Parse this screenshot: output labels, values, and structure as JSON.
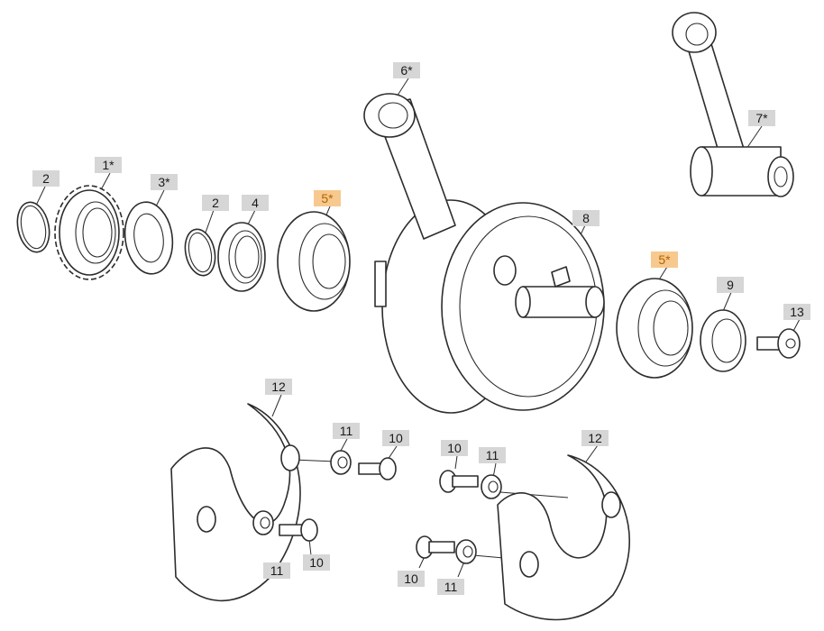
{
  "callouts": {
    "c1": "1*",
    "c2a": "2",
    "c2b": "2",
    "c3": "3*",
    "c4": "4",
    "c5a": "5*",
    "c5b": "5*",
    "c6": "6*",
    "c7": "7*",
    "c8": "8",
    "c9": "9",
    "c13": "13",
    "c12a": "12",
    "c12b": "12",
    "c11a": "11",
    "c11b": "11",
    "c11c": "11",
    "c11d": "11",
    "c10a": "10",
    "c10b": "10",
    "c10c": "10",
    "c10d": "10"
  },
  "colors": {
    "callout_bg": "#d6d6d6",
    "callout_highlight_bg": "#f7c98e",
    "callout_highlight_text": "#b36200",
    "line": "#2c2c2c"
  }
}
